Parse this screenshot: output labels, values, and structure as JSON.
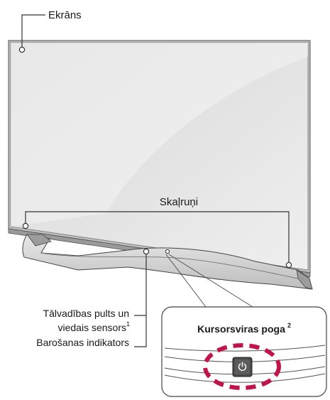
{
  "labels": {
    "screen": "Ekrāns",
    "speakers": "Skaļruņi",
    "remote_sensor_line1": "Tālvadības pults un",
    "remote_sensor_line2": "viedais sensors",
    "remote_sensor_sup": "1",
    "power_indicator": "Barošanas indikators",
    "joystick_button": "Kursorsviras poga",
    "joystick_button_sup": "2"
  },
  "icons": {
    "power_button": "power-icon"
  },
  "colors": {
    "highlight_circle": "#c0154a",
    "line": "#333333",
    "screen_fill": "#e2e2e2",
    "stand_fill": "#d6d6d6"
  }
}
